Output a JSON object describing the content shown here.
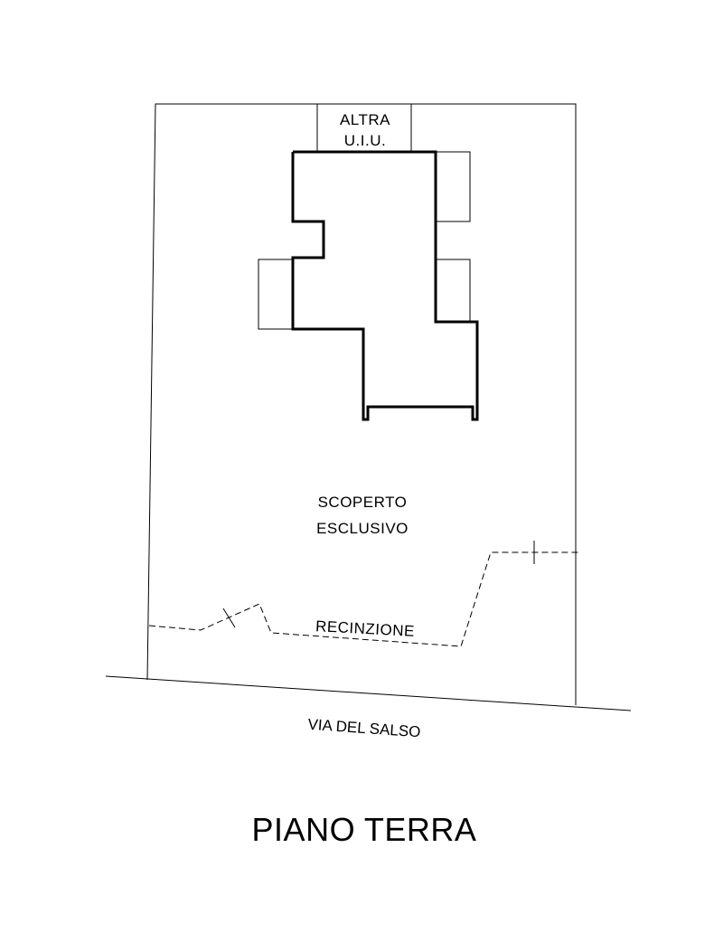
{
  "labels": {
    "other_unit_line1": "ALTRA",
    "other_unit_line2": "U.I.U.",
    "exclusive_area_line1": "SCOPERTO",
    "exclusive_area_line2": "ESCLUSIVO",
    "fence": "RECINZIONE",
    "street": "VIA DEL SALSO",
    "floor_title": "PIANO TERRA"
  },
  "colors": {
    "ink": "#000000",
    "background": "#ffffff"
  }
}
